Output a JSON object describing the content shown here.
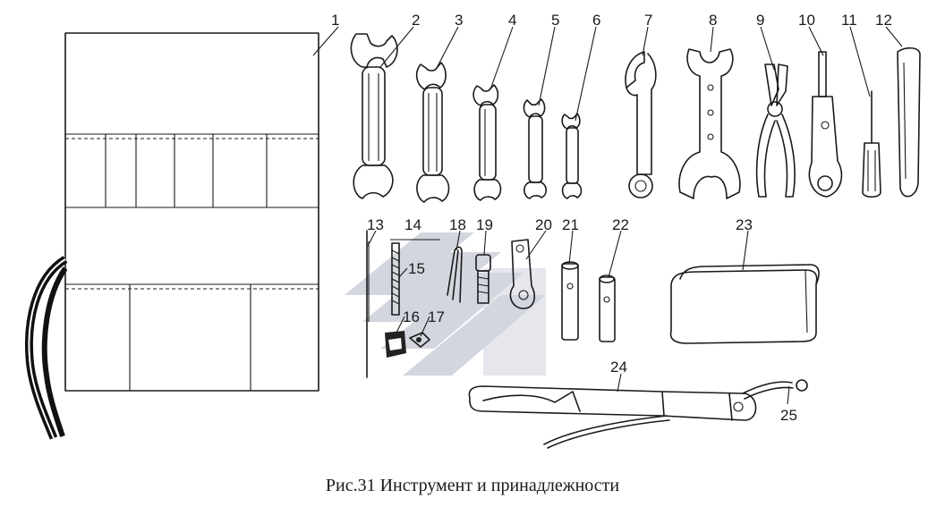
{
  "figure": {
    "caption": "Рис.31  Инструмент и принадлежности",
    "callouts": [
      "1",
      "2",
      "3",
      "4",
      "5",
      "6",
      "7",
      "8",
      "9",
      "10",
      "11",
      "12",
      "13",
      "14",
      "15",
      "16",
      "17",
      "18",
      "19",
      "20",
      "21",
      "22",
      "23",
      "24",
      "25"
    ]
  },
  "watermark": {
    "icon": "stripe-logo-watermark",
    "color": "#c9ccd6"
  },
  "line_color": "#1a1a1a"
}
